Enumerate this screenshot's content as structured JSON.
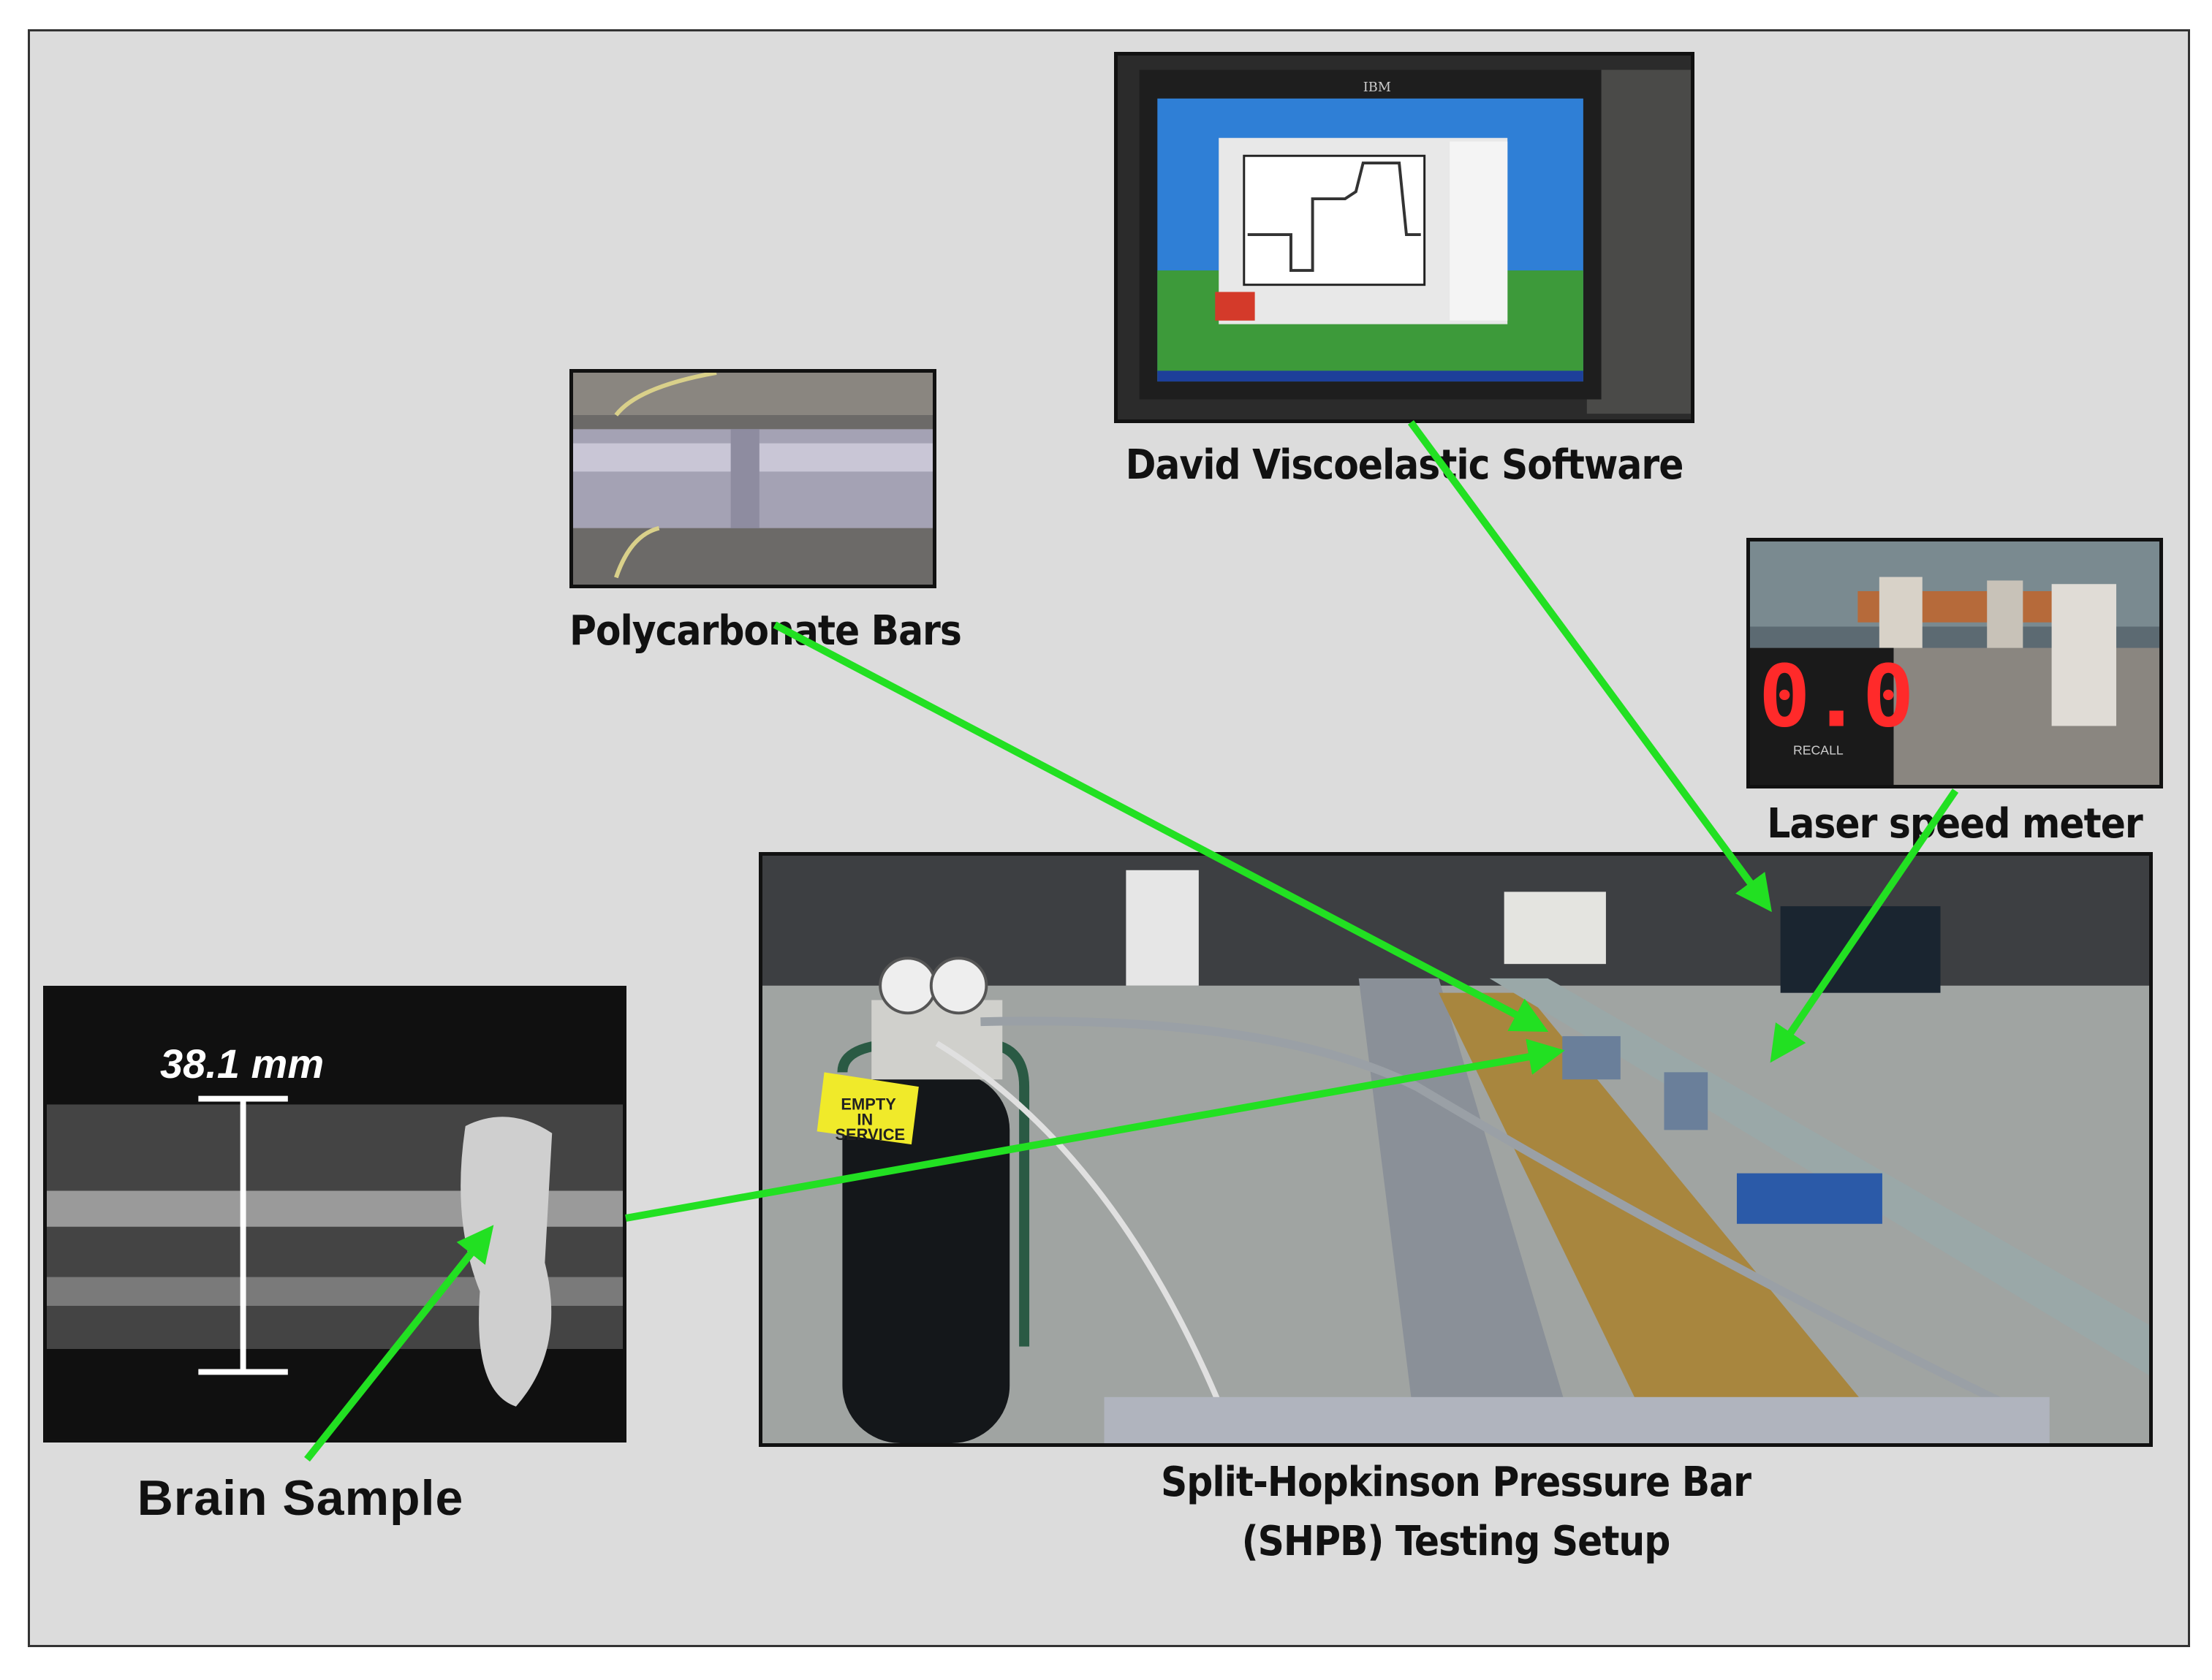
{
  "captions": {
    "software": "David Viscoelastic Software",
    "bars": "Polycarbonate Bars",
    "laser": "Laser speed meter",
    "shpb_line1": "Split-Hopkinson Pressure Bar",
    "shpb_line2": "(SHPB) Testing Setup",
    "brain": "Brain Sample"
  },
  "scale_label": "38.1 mm",
  "monitor_brand": "IBM",
  "laser_display": "0.0",
  "laser_recall": "RECALL",
  "cylinder_tag": [
    "EMPTY",
    "IN",
    "SERVICE"
  ],
  "colors": {
    "arrow": "#22e022",
    "panel_background": "#dcdcdc",
    "text": "#111111"
  },
  "icons": [
    "arrow-head-icon"
  ]
}
